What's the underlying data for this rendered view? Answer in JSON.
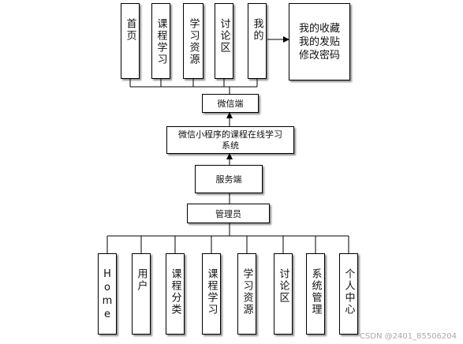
{
  "top_nodes": [
    "首页",
    "课程学习",
    "学习资源",
    "讨论区",
    "我的"
  ],
  "my_node_details": [
    "我的收藏",
    "我的发贴",
    "修改密码"
  ],
  "wechat_client": "微信端",
  "system_name": "微信小程序的课程在线学习系统",
  "server": "服务端",
  "admin": "管理员",
  "bottom_nodes": [
    "Home",
    "用户",
    "课程分类",
    "课程学习",
    "学习资源",
    "讨论区",
    "系统管理",
    "个人中心"
  ],
  "watermark": "CSDN @2401_85506204"
}
